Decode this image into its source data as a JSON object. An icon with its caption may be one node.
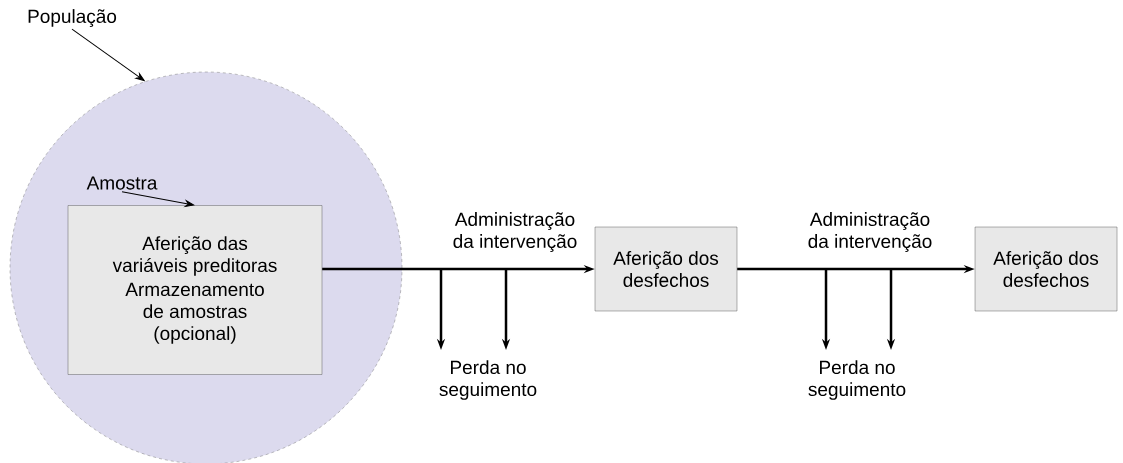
{
  "diagram": {
    "nodes": [
      {
        "text": [
          "População"
        ]
      },
      {
        "text": [],
        "shape": "circle"
      },
      {
        "text": [
          "Amostra"
        ],
        "in": 1
      },
      {
        "text": [
          "Aferição das variáveis preditoras",
          "Armazenamento de amostras (opcional)"
        ],
        "in": 1
      },
      {
        "text": [
          "Aferição dos desfechos"
        ]
      },
      {
        "text": [
          "Aferição dos desfechos"
        ]
      },
      {
        "text": [
          "Perda no seguimento"
        ]
      },
      {
        "text": [
          "Perda no seguimento"
        ]
      }
    ],
    "edges": [
      {
        "from": 0,
        "to": 1,
        "arrow": "to"
      },
      {
        "from": 2,
        "to": 3,
        "arrow": "to"
      },
      {
        "from": 3,
        "to": 4,
        "arrow": "to",
        "label": "Administração da intervenção"
      },
      {
        "from": 4,
        "to": 5,
        "arrow": "to",
        "label": "Administração da intervenção"
      },
      {
        "from": null,
        "to": 6,
        "arrow": "to"
      },
      {
        "from": null,
        "to": 6,
        "arrow": "to"
      },
      {
        "from": null,
        "to": 7,
        "arrow": "to"
      },
      {
        "from": null,
        "to": 7,
        "arrow": "to"
      }
    ]
  }
}
